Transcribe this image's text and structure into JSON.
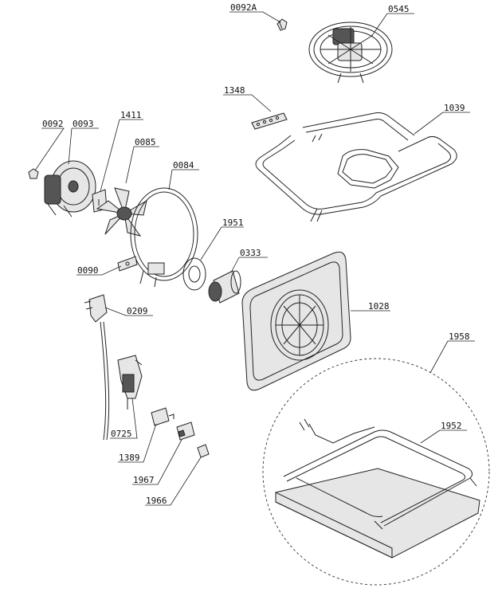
{
  "labels": {
    "p0092A": "0092A",
    "p0545": "0545",
    "p1348": "1348",
    "p1039": "1039",
    "p0092": "0092",
    "p0093": "0093",
    "p1411": "1411",
    "p0085": "0085",
    "p0084": "0084",
    "p1951": "1951",
    "p0333": "0333",
    "p0090": "0090",
    "p0209": "0209",
    "p1028": "1028",
    "p1958": "1958",
    "p1952": "1952",
    "p0725": "0725",
    "p1389": "1389",
    "p1967": "1967",
    "p1966": "1966"
  }
}
